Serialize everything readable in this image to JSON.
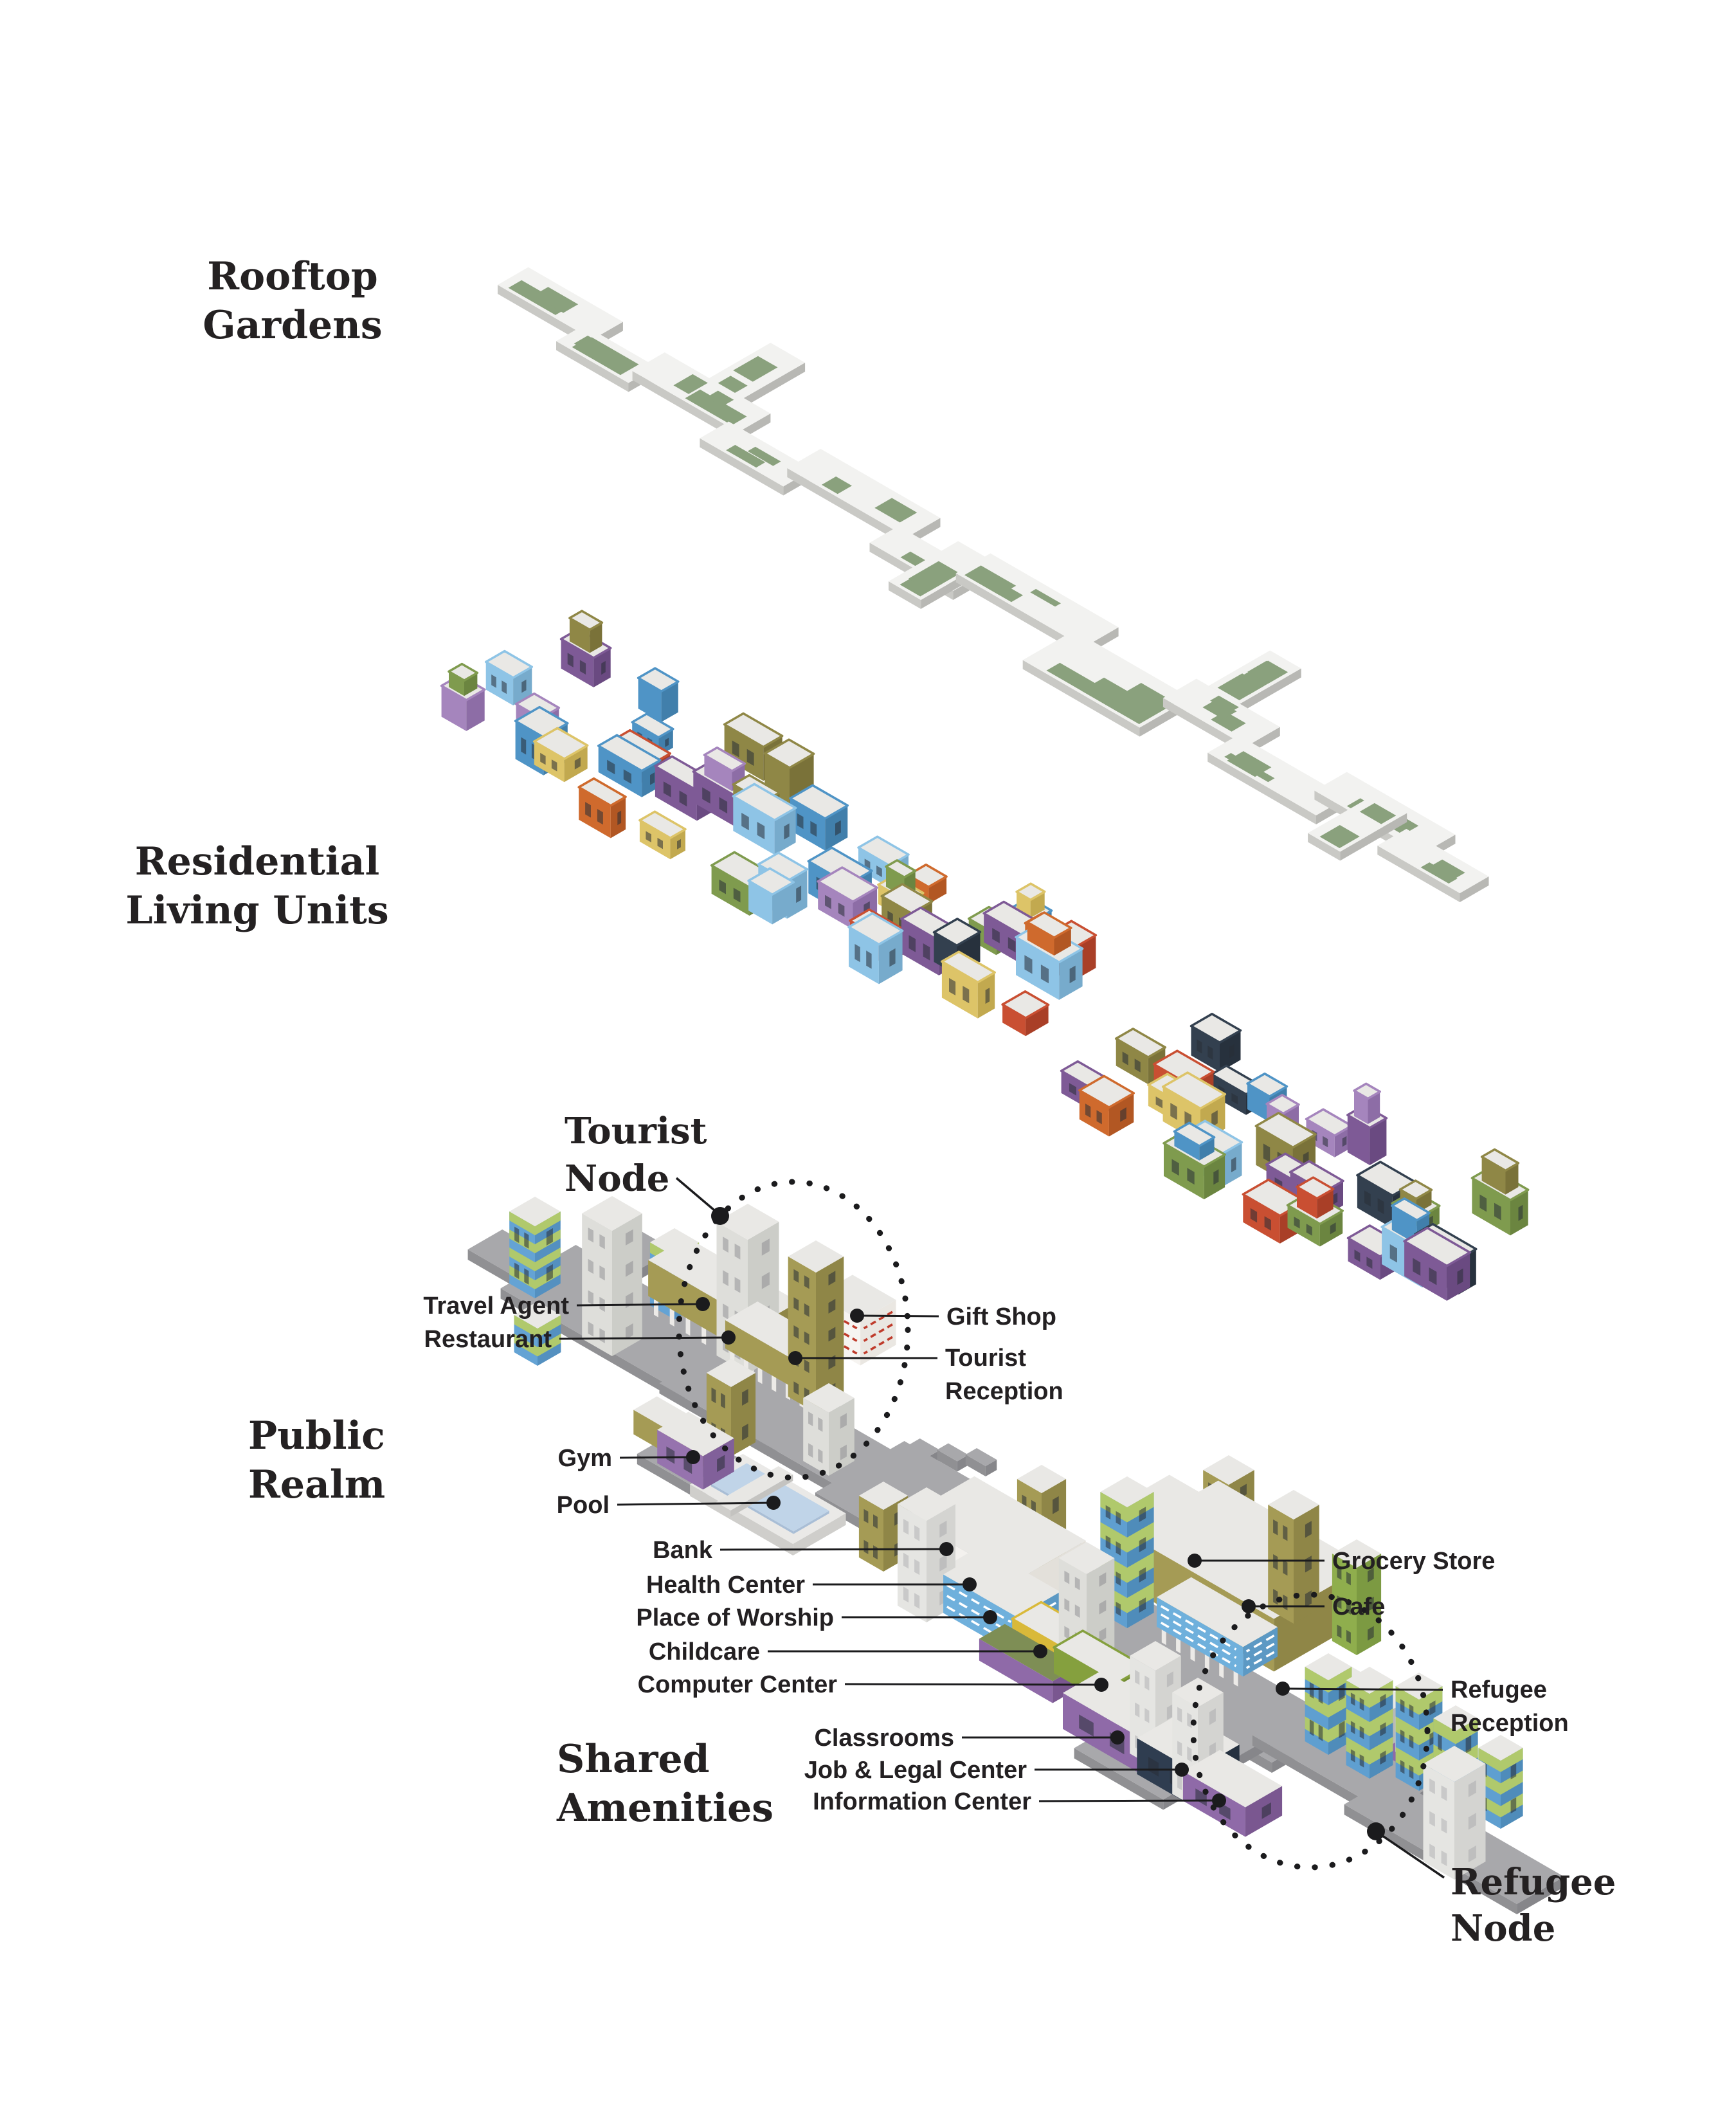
{
  "sections": {
    "rooftop_gardens": {
      "lines": [
        "Rooftop",
        "Gardens"
      ]
    },
    "residential_living_units": {
      "lines": [
        "Residential",
        "Living Units"
      ]
    },
    "public_realm": {
      "lines": [
        "Public",
        "Realm"
      ]
    },
    "shared_amenities": {
      "lines": [
        "Shared",
        "Amenities"
      ]
    },
    "tourist_node": {
      "lines": [
        "Tourist",
        "Node"
      ]
    },
    "refugee_node": {
      "lines": [
        "Refugee",
        "Node"
      ]
    }
  },
  "callouts": {
    "travel_agent": {
      "label": "Travel Agent"
    },
    "restaurant": {
      "label": "Restaurant"
    },
    "gift_shop": {
      "label": "Gift Shop"
    },
    "tourist_reception": {
      "lines": [
        "Tourist",
        "Reception"
      ]
    },
    "gym": {
      "label": "Gym"
    },
    "pool": {
      "label": "Pool"
    },
    "bank": {
      "label": "Bank"
    },
    "health_center": {
      "label": "Health Center"
    },
    "place_of_worship": {
      "label": "Place of Worship"
    },
    "childcare": {
      "label": "Childcare"
    },
    "computer_center": {
      "label": "Computer Center"
    },
    "classrooms": {
      "label": "Classrooms"
    },
    "job_legal_center": {
      "label": "Job & Legal Center"
    },
    "information_center": {
      "label": "Information Center"
    },
    "grocery_store": {
      "label": "Grocery Store"
    },
    "cafe": {
      "label": "Cafe"
    },
    "refugee_reception": {
      "lines": [
        "Refugee",
        "Reception"
      ]
    }
  },
  "palette": {
    "ink": "#1b1b1d",
    "ground_top": "#a8a8ab",
    "ground_side": "#909093",
    "ground_side2": "#86868a",
    "plate_top": "#f2f2f0",
    "plate_side": "#c9c9c5",
    "plate_side2": "#b8b8b4",
    "garden_green": "#8aa17d",
    "pool_water": "#c0d4e8",
    "pool_edge": "#a9bed6",
    "deck_top": "#eae9e7",
    "deck_side": "#cfcecb",
    "roof_white": "#e9e8e5",
    "accent_red": "#bf3b2b",
    "residential_colors": [
      [
        "#cf6a2d",
        "#b25723"
      ],
      [
        "#c94f32",
        "#a93f27"
      ],
      [
        "#ddc468",
        "#c2a94f"
      ],
      [
        "#a585bd",
        "#8d6da6"
      ],
      [
        "#7e5a96",
        "#6a4a81"
      ],
      [
        "#33404f",
        "#27313d"
      ],
      [
        "#8f8746",
        "#7a7239"
      ],
      [
        "#4f94c6",
        "#417fab"
      ],
      [
        "#8ec4e6",
        "#77abcc"
      ],
      [
        "#7f9b4e",
        "#6b8540"
      ]
    ],
    "amenity_colors": {
      "olive": [
        "#a59b55",
        "#8f8647"
      ],
      "gift": [
        "#f6f4f1",
        "#eae7e2"
      ],
      "gym": [
        "#9673ae",
        "#81609a"
      ],
      "bank": [
        "#f3f1ee",
        "#e3e0da"
      ],
      "whiteB": [
        "#edebe7",
        "#dedbd5"
      ],
      "worship": [
        "#6fb0dc",
        "#5c99c4"
      ],
      "child": [
        "#d9b93a",
        "#c2a42e"
      ],
      "comp": [
        "#85a03e",
        "#728b33"
      ],
      "navy": [
        "#2f3d50",
        "#253140"
      ],
      "purple": [
        "#8f6aa8",
        "#7a5790"
      ],
      "panel": [
        "#cbcbc8",
        "#b9b9b6"
      ],
      "tWhite": [
        "#dededa",
        "#cccdc8"
      ],
      "tSpeck": [
        "#e5e5e2",
        "#d4d4d1"
      ],
      "tBlue": [
        "#64a3d4",
        "#5490c0"
      ],
      "tBG": [
        "#5f9fd0",
        "#4f8cba"
      ],
      "tGreen": [
        "#8fae4d",
        "#7c9a42"
      ],
      "band_yellow_green": "#b0c96c",
      "slab_green_roof": "#7e8e55"
    }
  }
}
